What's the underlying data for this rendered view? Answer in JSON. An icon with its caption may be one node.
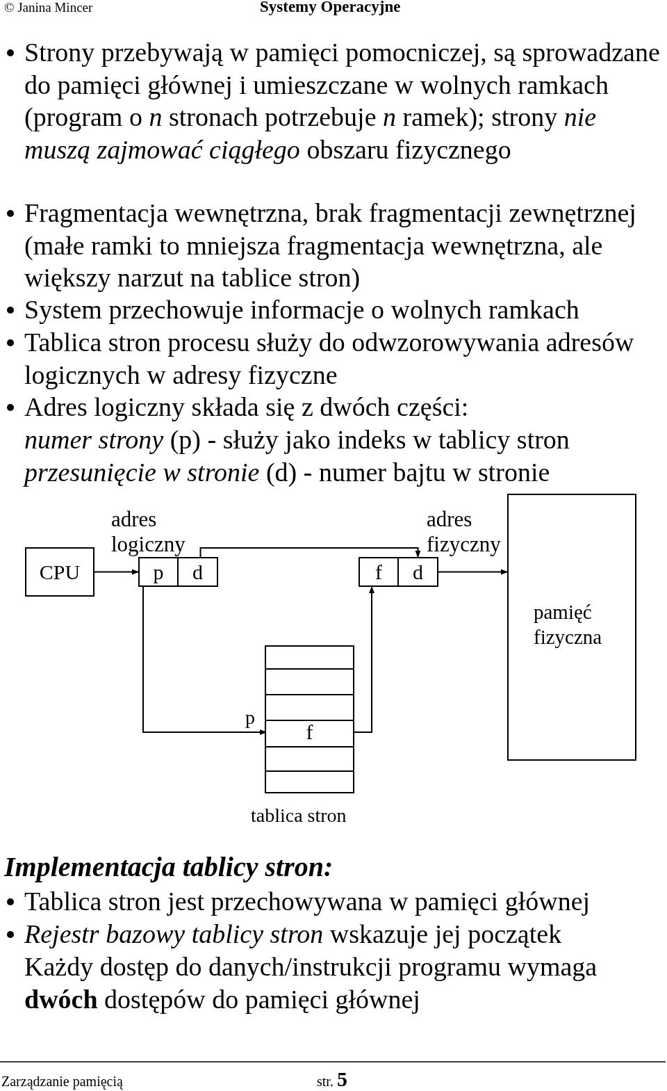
{
  "diagram": {
    "title": "Systemy Operacyjne",
    "nodes": [
      {
        "text": [
          "CPU"
        ]
      },
      {
        "text": [
          "p"
        ]
      },
      {
        "text": [
          "d"
        ]
      },
      {
        "text": [],
        "shape": "box",
        "beside": [
          "tablica stron"
        ]
      },
      {
        "text": [
          "f"
        ],
        "in": 3
      },
      {
        "text": [
          "f"
        ]
      },
      {
        "text": [
          "d"
        ]
      },
      {
        "text": [
          "pamięć fizyczna"
        ]
      }
    ],
    "edges": [
      {
        "from": 0,
        "to": 1,
        "arrow": "to"
      },
      {
        "from": 1,
        "to": 4,
        "arrow": "to",
        "label": "p"
      },
      {
        "from": 2,
        "to": 6,
        "arrow": "to"
      },
      {
        "from": 4,
        "to": 5,
        "arrow": "to"
      },
      {
        "from": 6,
        "to": 7,
        "arrow": "to"
      }
    ],
    "labels": [
      "© Janina Mincer",
      "Strony przebywają w pamięci pomocniczej, są sprowadzane do pamięci głównej i umieszczane w wolnych ramkach (program o *n* stronach potrzebuje *n* ramek); strony *nie muszą zajmować ciągłego* obszaru fizycznego",
      "Fragmentacja wewnętrzna, brak fragmentacji zewnętrznej (małe ramki to mniejsza fragmentacja wewnętrzna, ale większy narzut na tablice stron)",
      "System przechowuje informacje o wolnych ramkach",
      "Tablica stron procesu służy do odwzorowywania adresów logicznych w adresy fizyczne",
      "Adres logiczny składa się z dwóch części:",
      "*numer strony* (p) - służy jako indeks w tablicy stron",
      "*przesunięcie w stronie* (d) - numer bajtu w stronie",
      "adres logiczny",
      "adres fizyczny",
      "Implementacja tablicy stron:",
      "Tablica stron jest przechowywana w pamięci głównej",
      "*Rejestr bazowy tablicy stron* wskazuje jej początek",
      "Każdy dostęp do danych/instrukcji programu wymaga **dwóch** dostępów do pamięci głównej",
      "Zarządzanie pamięcią",
      "str. **5**"
    ]
  }
}
